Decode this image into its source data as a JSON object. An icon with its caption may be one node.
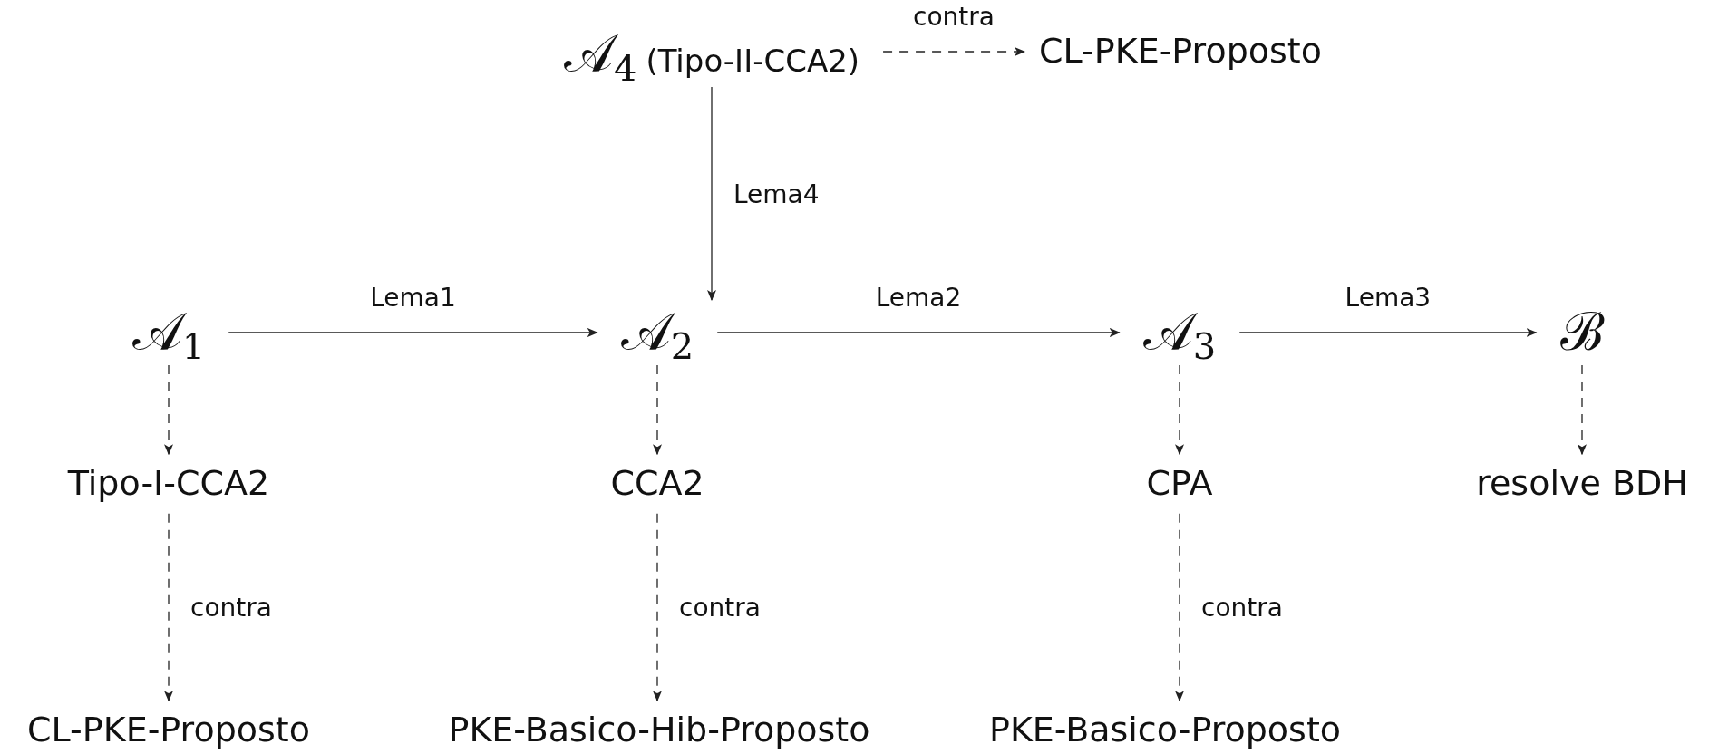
{
  "diagram": {
    "nodes": [
      {
        "text": [
          "𝒜$_{4}$",
          "(Tipo-II-CCA2)"
        ]
      },
      {
        "text": [
          "CL-PKE-Proposto"
        ]
      },
      {
        "text": [
          "𝒜$_{1}$"
        ]
      },
      {
        "text": [
          "𝒜$_{2}$"
        ]
      },
      {
        "text": [
          "𝒜$_{3}$"
        ]
      },
      {
        "text": [
          "ℬ"
        ]
      },
      {
        "text": [
          "Tipo-I-CCA2"
        ]
      },
      {
        "text": [
          "CCA2"
        ]
      },
      {
        "text": [
          "CPA"
        ]
      },
      {
        "text": [
          "resolve BDH"
        ]
      },
      {
        "text": [
          "CL-PKE-Proposto"
        ]
      },
      {
        "text": [
          "PKE-Basico-Hib-Proposto"
        ]
      },
      {
        "text": [
          "PKE-Basico-Proposto"
        ]
      }
    ],
    "edges": [
      {
        "from": 0,
        "to": 1,
        "arrow": "to",
        "label": "contra",
        "style": "dashed"
      },
      {
        "from": 0,
        "to": 3,
        "arrow": "to",
        "label": "Lema4"
      },
      {
        "from": 2,
        "to": 3,
        "arrow": "to",
        "label": "Lema1"
      },
      {
        "from": 3,
        "to": 4,
        "arrow": "to",
        "label": "Lema2"
      },
      {
        "from": 4,
        "to": 5,
        "arrow": "to",
        "label": "Lema3"
      },
      {
        "from": 2,
        "to": 6,
        "arrow": "to",
        "style": "dashed"
      },
      {
        "from": 3,
        "to": 7,
        "arrow": "to",
        "style": "dashed"
      },
      {
        "from": 4,
        "to": 8,
        "arrow": "to",
        "style": "dashed"
      },
      {
        "from": 5,
        "to": 9,
        "arrow": "to",
        "style": "dashed"
      },
      {
        "from": 6,
        "to": 10,
        "arrow": "to",
        "label": "contra",
        "style": "dashed"
      },
      {
        "from": 7,
        "to": 11,
        "arrow": "to",
        "label": "contra",
        "style": "dashed"
      },
      {
        "from": 8,
        "to": 12,
        "arrow": "to",
        "label": "contra",
        "style": "dashed"
      }
    ]
  }
}
